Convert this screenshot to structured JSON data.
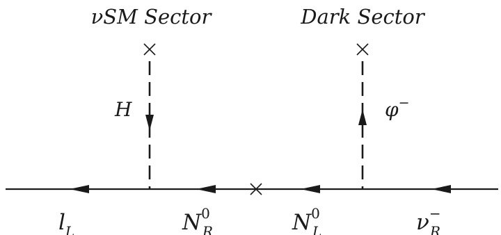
{
  "sectors": {
    "left": "νSM Sector",
    "right": "Dark Sector"
  },
  "scalars": {
    "higgs": "H",
    "phi": {
      "base": "φ",
      "sup": "−"
    }
  },
  "fermions": {
    "lepton": {
      "base": "l",
      "sub": "L"
    },
    "n_r": {
      "base": "N",
      "sup": "0",
      "sub": "R"
    },
    "n_l": {
      "base": "N",
      "sup": "0",
      "sub": "L"
    },
    "nu_r": {
      "base": "ν",
      "sup": "−",
      "sub": "R"
    }
  }
}
